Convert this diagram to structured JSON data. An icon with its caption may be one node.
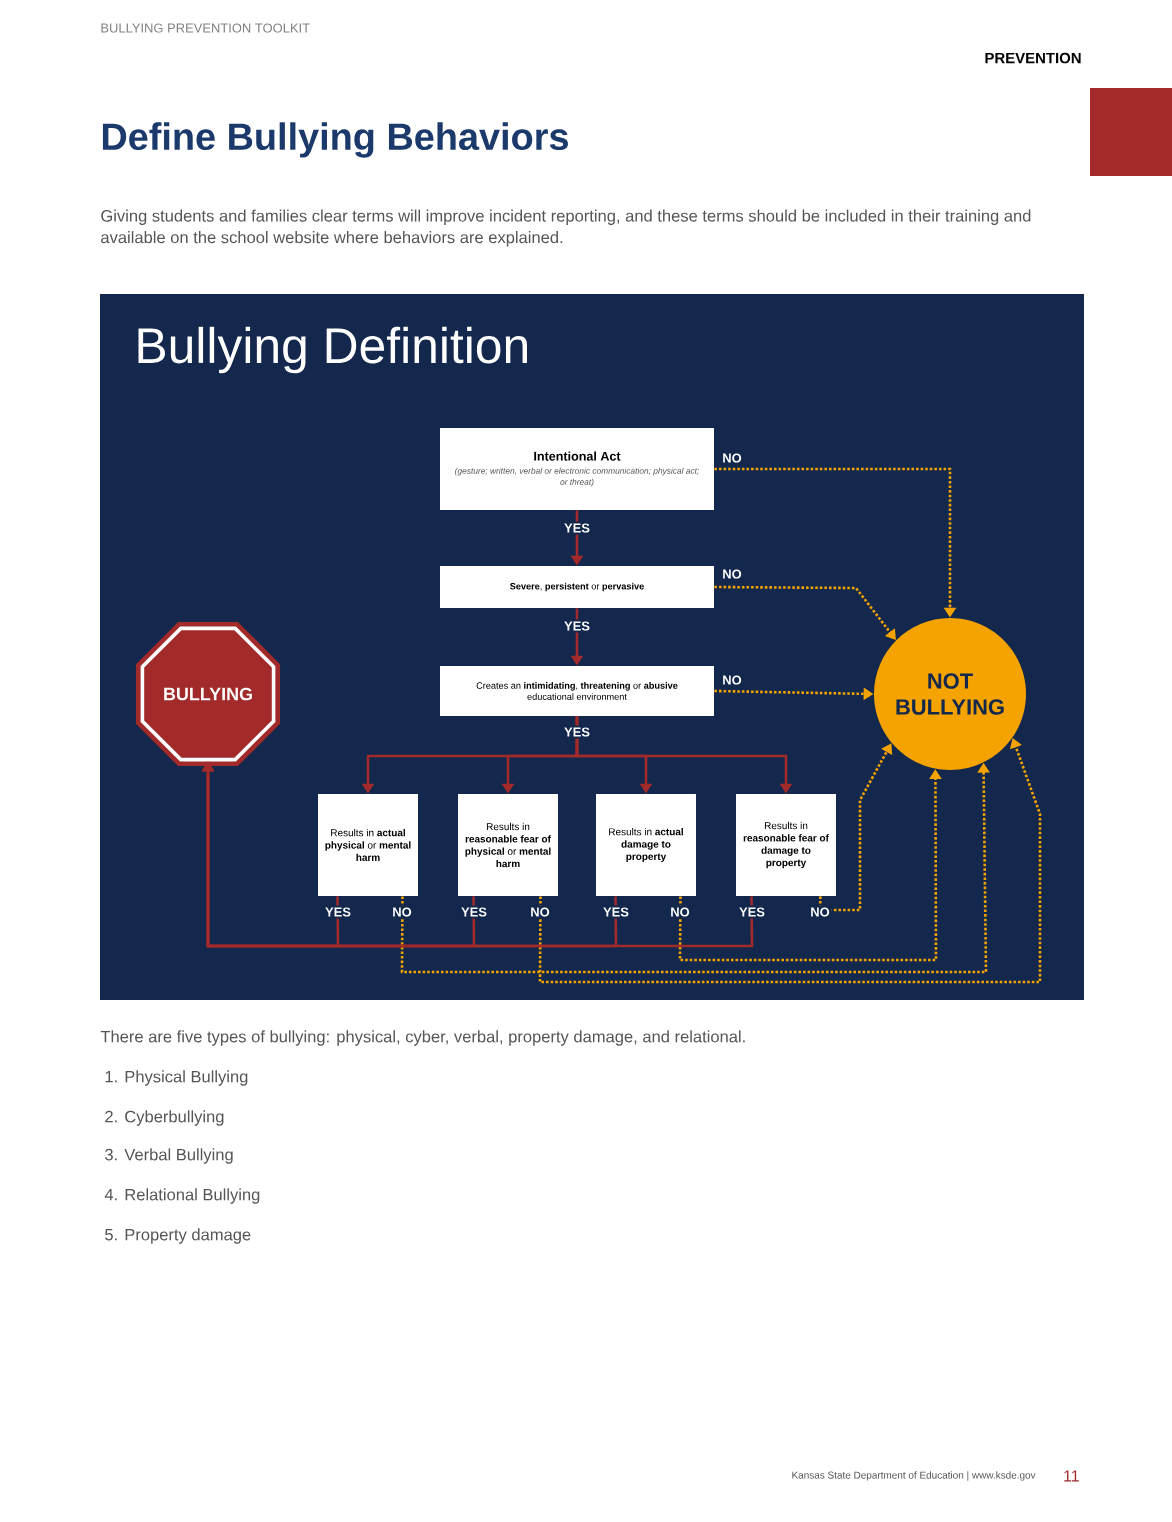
{
  "diagram": {
    "title": "Define Bullying Behaviors",
    "nodes": [
      {
        "text": [
          "Intentional Act",
          "(gesture; written, verbal or electronic communication; physical act; or threat)"
        ]
      },
      {
        "text": [
          "**Severe**, **persistent** or **pervasive**"
        ]
      },
      {
        "text": [
          "Creates an **intimidating**, **threatening** or **abusive** educational environment"
        ]
      },
      {
        "text": [
          "Results in **actual physical** or **mental harm**"
        ]
      },
      {
        "text": [
          "Results in **reasonable fear of physical** or **mental harm**"
        ]
      },
      {
        "text": [
          "Results in **actual damage to property**"
        ]
      },
      {
        "text": [
          "Results in **reasonable fear of damage to property**"
        ]
      },
      {
        "text": [
          "NOT BULLYING"
        ]
      },
      {
        "text": [
          "BULLYING"
        ]
      }
    ],
    "edges": [
      {
        "from": 0,
        "to": 1,
        "arrow": "to",
        "label": "YES"
      },
      {
        "from": 1,
        "to": 2,
        "arrow": "to",
        "label": "YES"
      },
      {
        "from": 2,
        "to": 3,
        "arrow": "to",
        "label": "YES"
      },
      {
        "from": 2,
        "to": 4,
        "arrow": "to"
      },
      {
        "from": 2,
        "to": 5,
        "arrow": "to"
      },
      {
        "from": 2,
        "to": 6,
        "arrow": "to"
      },
      {
        "from": 0,
        "to": 7,
        "arrow": "to",
        "label": "NO",
        "style": "dashed",
        "color": "#f5a300"
      },
      {
        "from": 1,
        "to": 7,
        "arrow": "to",
        "label": "NO",
        "style": "dashed",
        "color": "#f5a300"
      },
      {
        "from": 2,
        "to": 7,
        "arrow": "to",
        "label": "NO",
        "style": "dashed",
        "color": "#f5a300"
      },
      {
        "from": 3,
        "to": 8,
        "arrow": "to",
        "label": "YES"
      },
      {
        "from": 3,
        "to": 7,
        "arrow": "to",
        "label": "NO",
        "style": "dashed",
        "color": "#f5a300"
      },
      {
        "from": 4,
        "to": 8,
        "arrow": "to",
        "label": "YES"
      },
      {
        "from": 4,
        "to": 7,
        "arrow": "to",
        "label": "NO",
        "style": "dashed",
        "color": "#f5a300"
      },
      {
        "from": 5,
        "to": 8,
        "arrow": "to",
        "label": "YES"
      },
      {
        "from": 5,
        "to": 7,
        "arrow": "to",
        "label": "NO",
        "style": "dashed",
        "color": "#f5a300"
      },
      {
        "from": 6,
        "to": 8,
        "arrow": "to",
        "label": "YES"
      },
      {
        "from": 6,
        "to": 7,
        "arrow": "to",
        "label": "NO",
        "style": "dashed",
        "color": "#f5a300"
      }
    ],
    "labels": [
      "BULLYING PREVENTION TOOLKIT",
      "PREVENTION",
      "Giving students and families clear terms will improve incident reporting, and these terms should be included in their training and available on the school website where behaviors are explained.",
      "Bullying Definition",
      "There are five types of bullying: physical, cyber, verbal, property damage, and relational.",
      "1. Physical Bullying",
      "2. Cyberbullying",
      "3. Verbal Bullying",
      "4. Relational Bullying",
      "5. Property damage",
      "Kansas State Department of Education | www.ksde.gov",
      "11"
    ]
  }
}
